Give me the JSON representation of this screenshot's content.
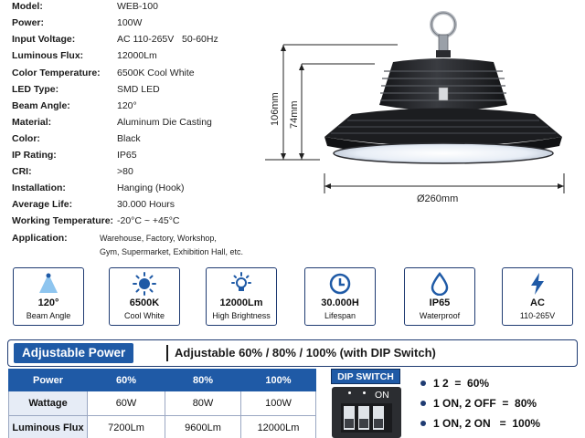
{
  "specs": [
    {
      "key": "Model:",
      "value": "WEB-100"
    },
    {
      "key": "Power:",
      "value": "100W"
    },
    {
      "key": "Input Voltage:",
      "value": "AC 110-265V   50-60Hz"
    },
    {
      "key": "Luminous Flux:",
      "value": "12000Lm"
    },
    {
      "key": "Color Temperature:",
      "value": "6500K Cool White"
    },
    {
      "key": "LED Type:",
      "value": "SMD LED"
    },
    {
      "key": "Beam Angle:",
      "value": "120°"
    },
    {
      "key": "Material:",
      "value": "Aluminum Die Casting"
    },
    {
      "key": "Color:",
      "value": "Black"
    },
    {
      "key": "IP Rating:",
      "value": "IP65"
    },
    {
      "key": "CRI:",
      "value": ">80"
    },
    {
      "key": "Installation:",
      "value": "Hanging (Hook)"
    },
    {
      "key": "Average Life:",
      "value": "30.000 Hours"
    },
    {
      "key": "Working Temperature:",
      "value": "-20°C ~ +45°C"
    },
    {
      "key": "Application:",
      "value": "Warehouse, Factory, Workshop,",
      "value2": "Gym, Supermarket, Exhibition Hall, etc."
    }
  ],
  "dimensions": {
    "total_height": "106mm",
    "body_height": "74mm",
    "diameter": "Ø260mm"
  },
  "features": [
    {
      "icon": "beam-angle-icon",
      "title": "120°",
      "subtitle": "Beam Angle"
    },
    {
      "icon": "sun-icon",
      "title": "6500K",
      "subtitle": "Cool White"
    },
    {
      "icon": "bulb-icon",
      "title": "12000Lm",
      "subtitle": "High Brightness"
    },
    {
      "icon": "clock-icon",
      "title": "30.000H",
      "subtitle": "Lifespan"
    },
    {
      "icon": "water-drop-icon",
      "title": "IP65",
      "subtitle": "Waterproof"
    },
    {
      "icon": "lightning-icon",
      "title": "AC",
      "subtitle": "110-265V"
    }
  ],
  "power": {
    "tag": "Adjustable Power",
    "headline": "Adjustable 60% / 80% / 100% (with DIP Switch)",
    "table": {
      "headers": [
        "Power",
        "60%",
        "80%",
        "100%"
      ],
      "rows": [
        [
          "Wattage",
          "60W",
          "80W",
          "100W"
        ],
        [
          "Luminous Flux",
          "7200Lm",
          "9600Lm",
          "12000Lm"
        ]
      ]
    },
    "dip_label": "DIP SWITCH",
    "dip_on": "ON",
    "rules": [
      "1 2  =  60%",
      "1 ON, 2 OFF  =  80%",
      "1 ON, 2 ON   =  100%"
    ]
  },
  "colors": {
    "accent_blue": "#1f5aa6",
    "border_navy": "#1f3b72",
    "fixture_black": "#1c1d20"
  }
}
